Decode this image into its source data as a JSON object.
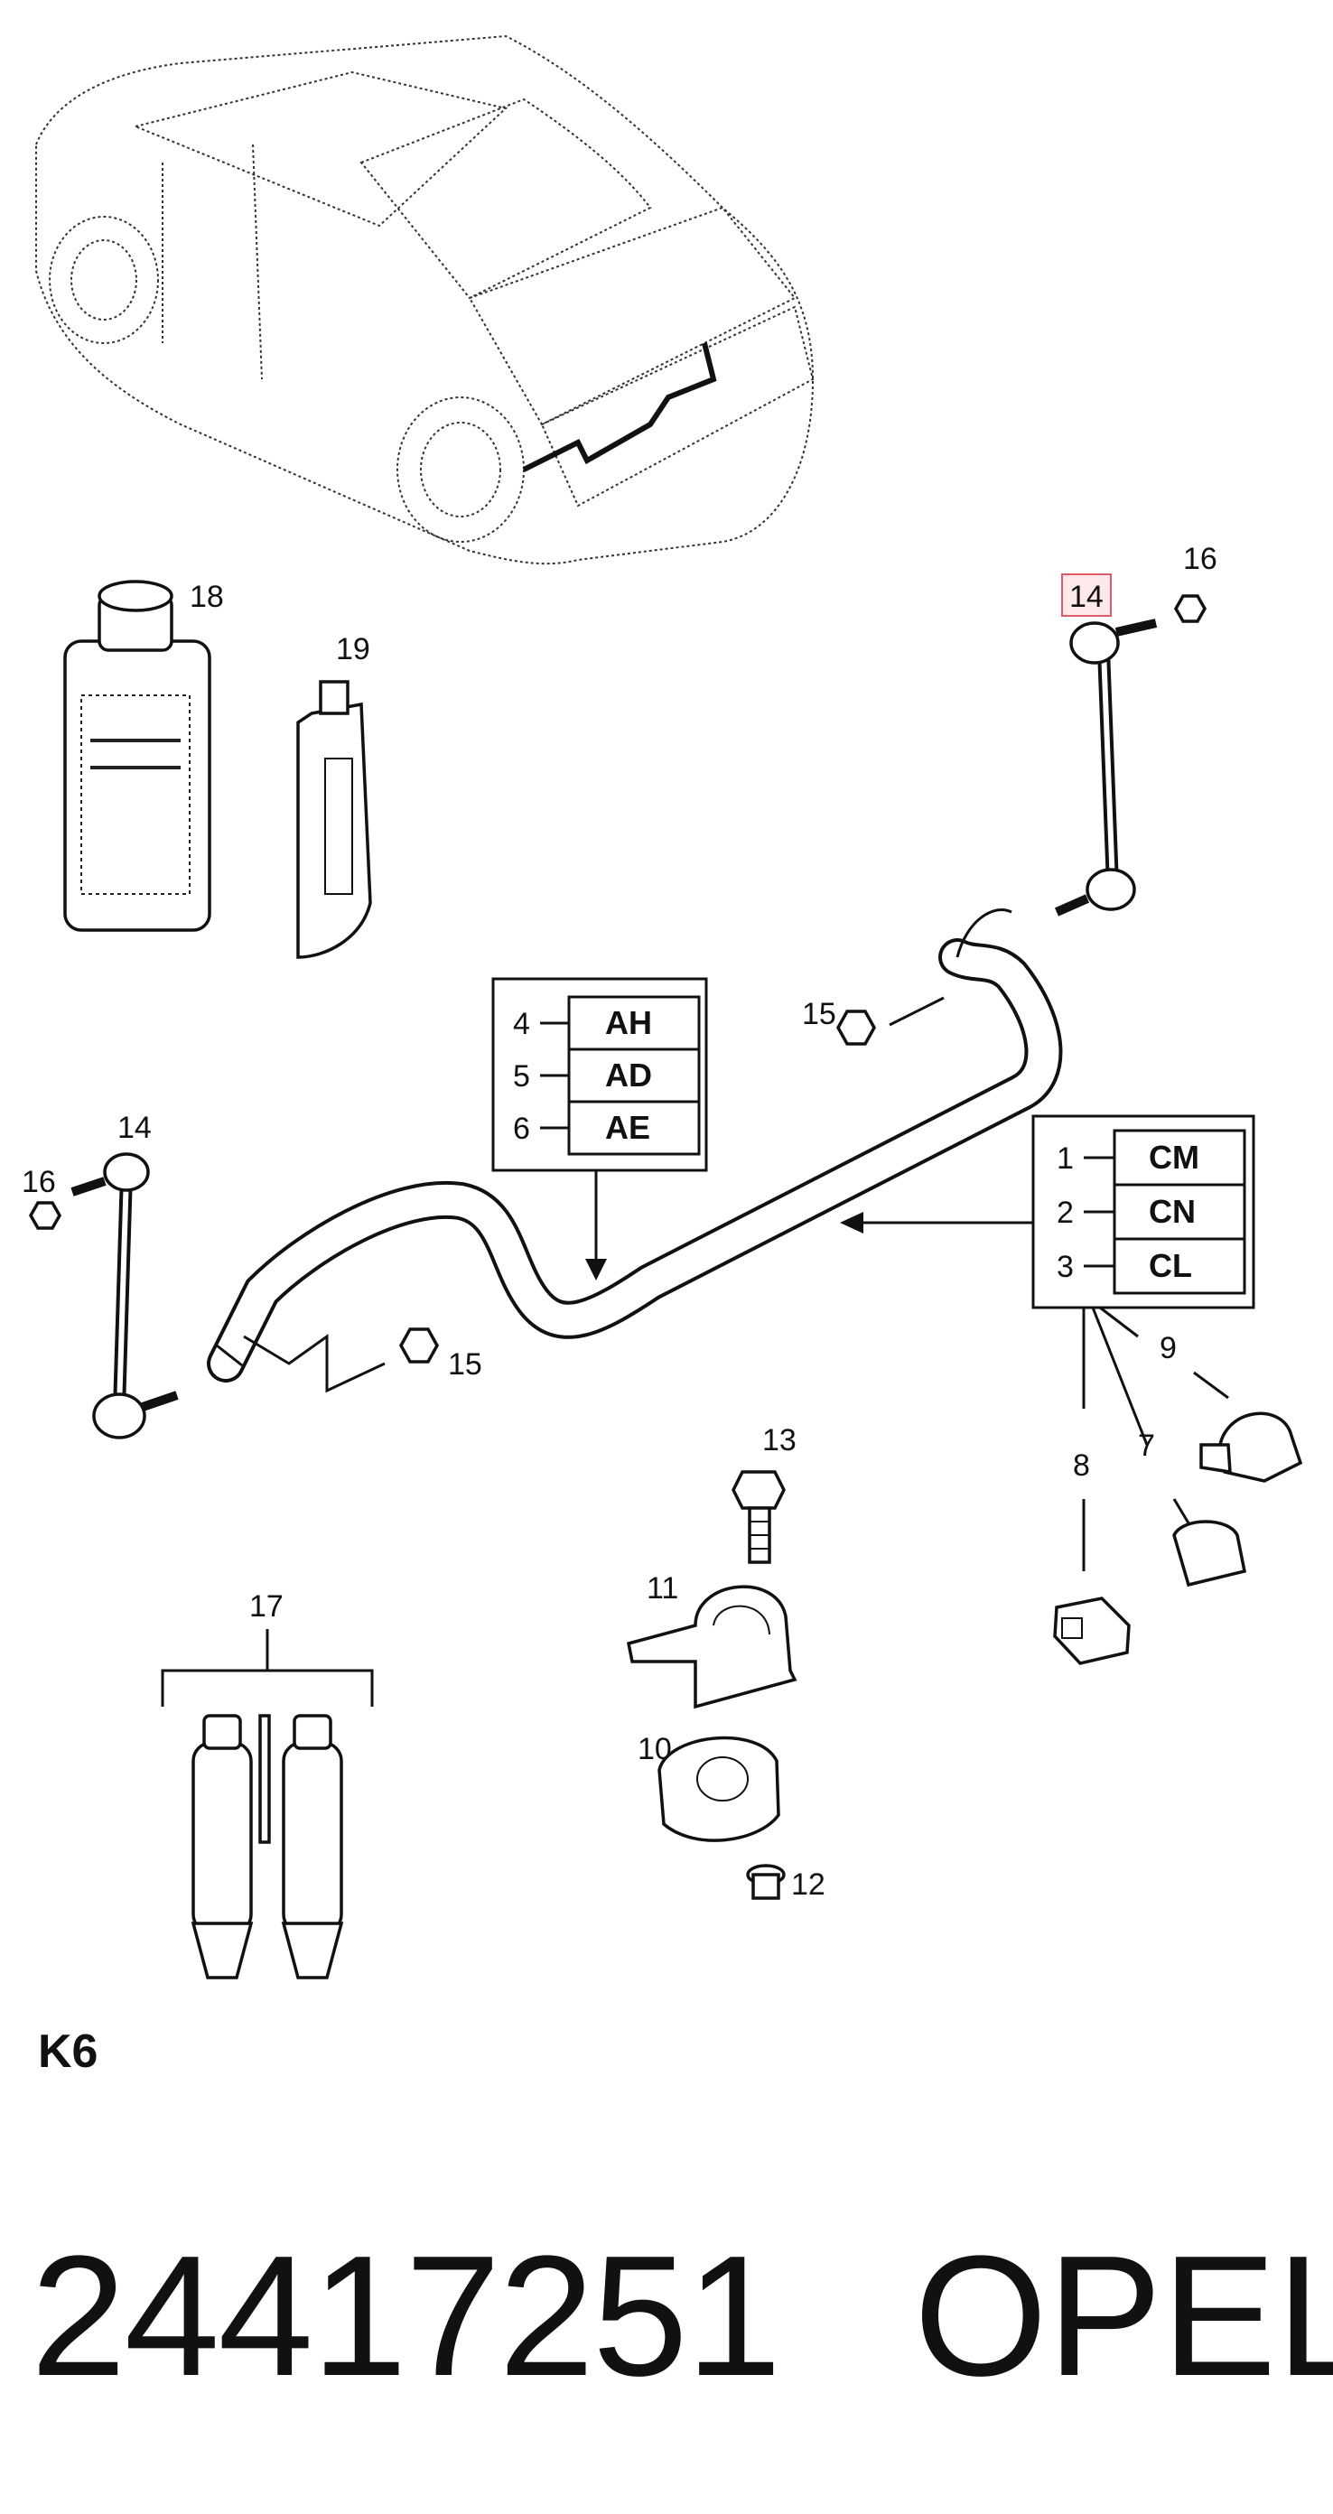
{
  "callouts": {
    "c1": "1",
    "c2": "2",
    "c3": "3",
    "c4": "4",
    "c5": "5",
    "c6": "6",
    "c7": "7",
    "c8": "8",
    "c9": "9",
    "c10": "10",
    "c11": "11",
    "c12": "12",
    "c13": "13",
    "c14_right": "14",
    "c14_left": "14",
    "c15_right": "15",
    "c15_left": "15",
    "c16_right": "16",
    "c16_left": "16",
    "c17": "17",
    "c18": "18",
    "c19": "19"
  },
  "variant_box_left": {
    "codes": [
      "AH",
      "AD",
      "AE"
    ]
  },
  "variant_box_right": {
    "codes": [
      "CM",
      "CN",
      "CL"
    ]
  },
  "highlight": {
    "color": "#e05a6a",
    "fill": "#fde8ea"
  },
  "section_label": "K6",
  "part_number": "24417251",
  "brand": "OPEL"
}
